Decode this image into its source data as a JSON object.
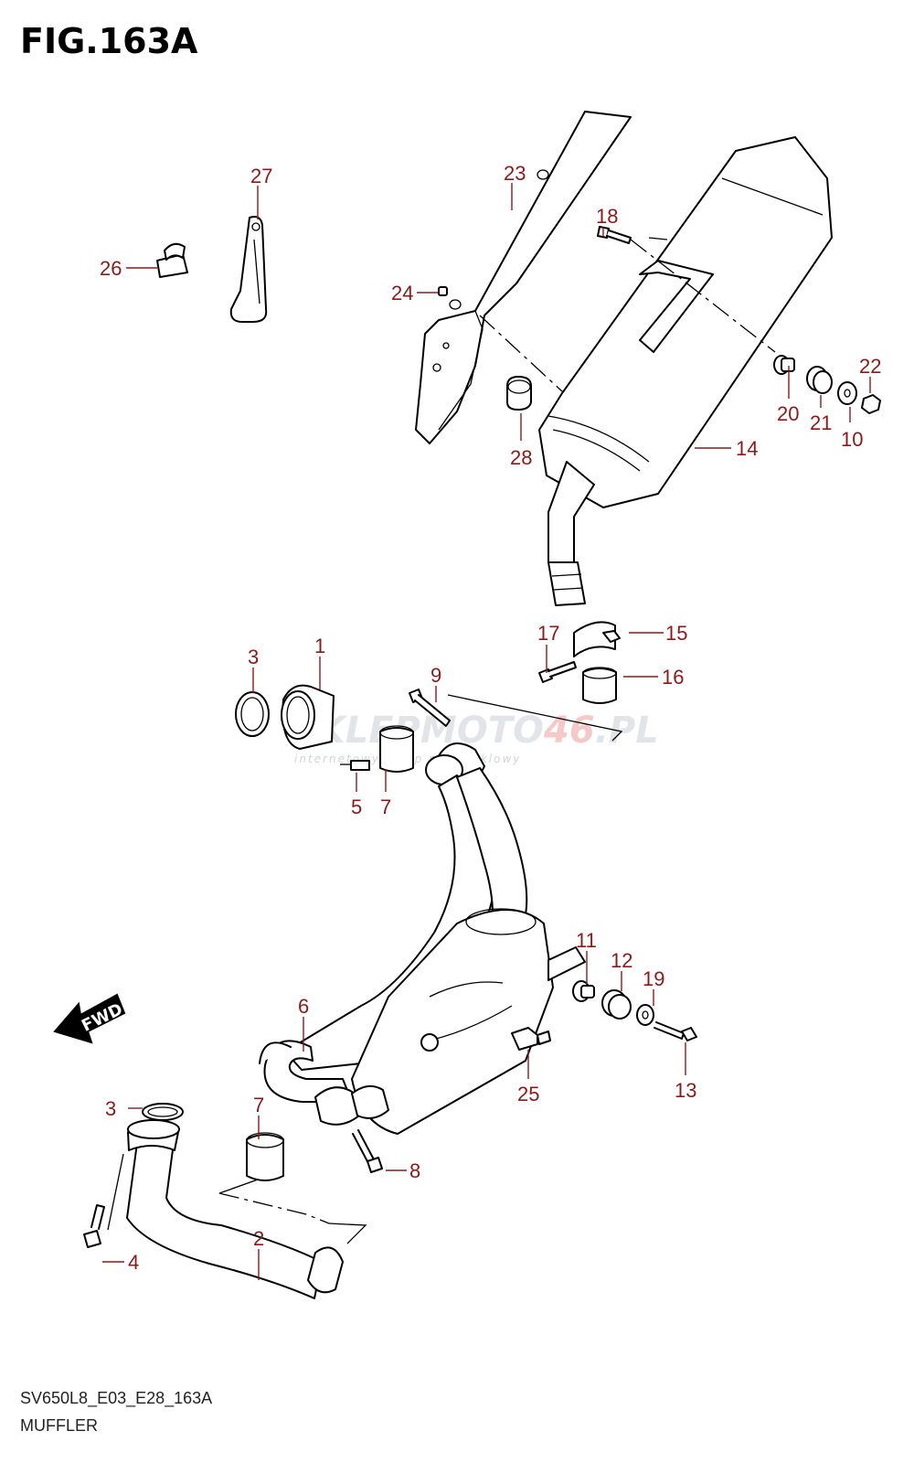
{
  "title": "FIG.163A",
  "footer": {
    "code": "SV650L8_E03_E28_163A",
    "name": "MUFFLER"
  },
  "watermark": {
    "main": "SKLEPMOTO",
    "accent": "46",
    "suffix": ".PL",
    "sub": "internetowy sklep motocyklowy"
  },
  "fwd_label": "FWD",
  "colors": {
    "callout": "#8b1a1a",
    "line": "#000000"
  },
  "callouts": {
    "p1": "1",
    "p2": "2",
    "p3a": "3",
    "p3b": "3",
    "p4": "4",
    "p5": "5",
    "p6": "6",
    "p7a": "7",
    "p7b": "7",
    "p8": "8",
    "p9": "9",
    "p10": "10",
    "p11": "11",
    "p12": "12",
    "p13": "13",
    "p14": "14",
    "p15": "15",
    "p16": "16",
    "p17": "17",
    "p18": "18",
    "p19": "19",
    "p20": "20",
    "p21": "21",
    "p22": "22",
    "p23": "23",
    "p24": "24",
    "p25": "25",
    "p26": "26",
    "p27": "27",
    "p28": "28"
  }
}
